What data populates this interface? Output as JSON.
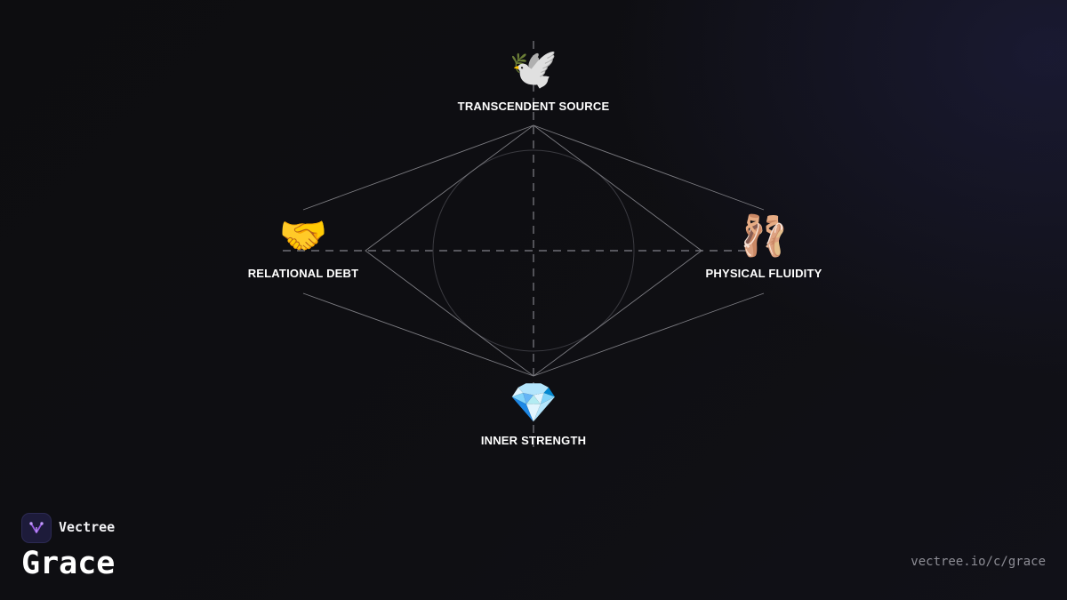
{
  "brand": {
    "name": "Vectree",
    "logo_icon": "vectree-logo-icon",
    "logo_bg": "#1d1b3a",
    "logo_accent": "#9b5de5"
  },
  "title": "Grace",
  "url": "vectree.io/c/grace",
  "diagram": {
    "line_color": "#8a8a90",
    "nodes": {
      "top": {
        "label": "TRANSCENDENT SOURCE",
        "emoji": "🕊️",
        "icon": "dove-icon"
      },
      "left": {
        "label": "RELATIONAL DEBT",
        "emoji": "🤝",
        "icon": "handshake-icon"
      },
      "right": {
        "label": "PHYSICAL FLUIDITY",
        "emoji": "🩰",
        "icon": "ballet-shoes-icon"
      },
      "bottom": {
        "label": "INNER STRENGTH",
        "emoji": "💎",
        "icon": "gem-icon"
      }
    }
  }
}
